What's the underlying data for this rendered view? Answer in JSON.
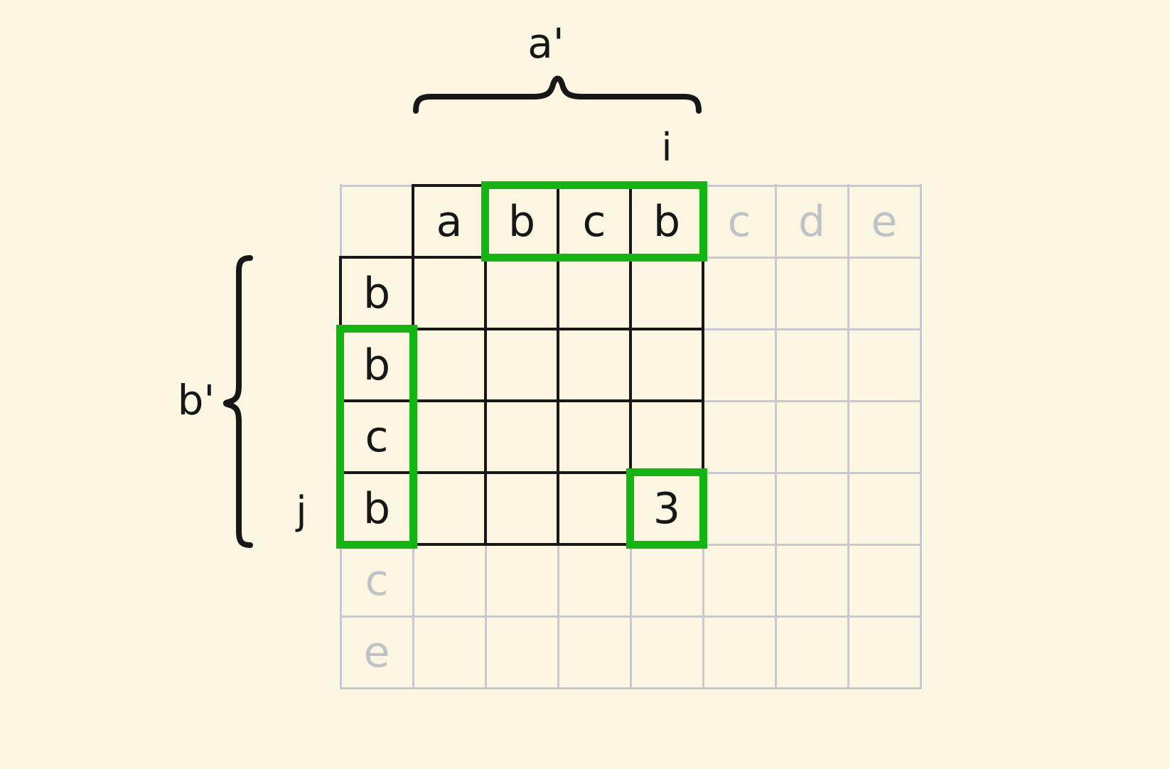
{
  "colors": {
    "background": "#fbf6e2",
    "grid_line_inactive": "#c9c9cb",
    "grid_line_active": "#171717",
    "highlight_green": "#12b512",
    "text_active": "#171717",
    "text_inactive": "#c0c3c6"
  },
  "labels": {
    "top_brace_label": "a'",
    "column_pointer": "i",
    "side_brace_label": "b'",
    "row_pointer": "j"
  },
  "grid": {
    "column_headers": [
      {
        "text": "a",
        "state": "active"
      },
      {
        "text": "b",
        "state": "active"
      },
      {
        "text": "c",
        "state": "active"
      },
      {
        "text": "b",
        "state": "active"
      },
      {
        "text": "c",
        "state": "inactive"
      },
      {
        "text": "d",
        "state": "inactive"
      },
      {
        "text": "e",
        "state": "inactive"
      }
    ],
    "row_headers": [
      {
        "text": "b",
        "state": "active"
      },
      {
        "text": "b",
        "state": "active"
      },
      {
        "text": "c",
        "state": "active"
      },
      {
        "text": "b",
        "state": "active"
      },
      {
        "text": "c",
        "state": "inactive"
      },
      {
        "text": "e",
        "state": "inactive"
      }
    ],
    "value_cell": {
      "text": "3",
      "row": 4,
      "column": 4
    }
  },
  "highlights": {
    "top_substring_box_letters": [
      "b",
      "c",
      "b"
    ],
    "side_substring_box_letters": [
      "b",
      "c",
      "b"
    ],
    "value_box_text": "3"
  }
}
